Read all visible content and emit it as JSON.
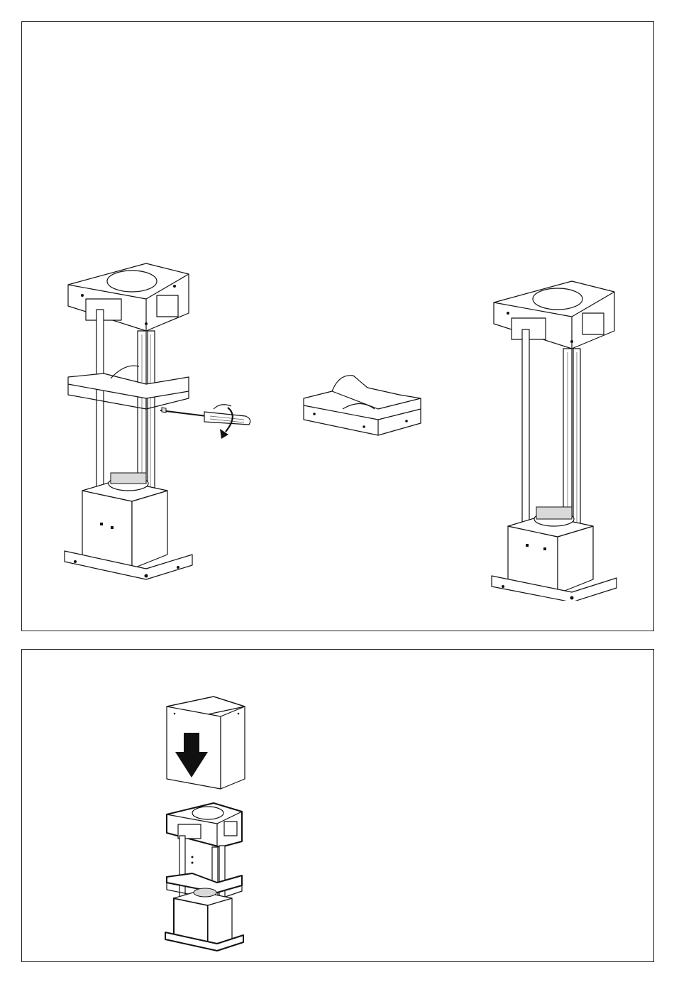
{
  "illustrations": {
    "top_panel": [
      "hood-frame-with-shelf",
      "screwdriver-unscrewing",
      "removed-shelf",
      "hood-frame-without-shelf"
    ],
    "bottom_panel": [
      "chimney-cover",
      "down-arrow",
      "hood-frame-assembly"
    ]
  },
  "icons": {
    "rotation": "counterclockwise-arrow-icon",
    "direction": "down-arrow-icon"
  },
  "colors": {
    "line": "#111111",
    "background": "#ffffff",
    "panel_border": "#222222"
  }
}
